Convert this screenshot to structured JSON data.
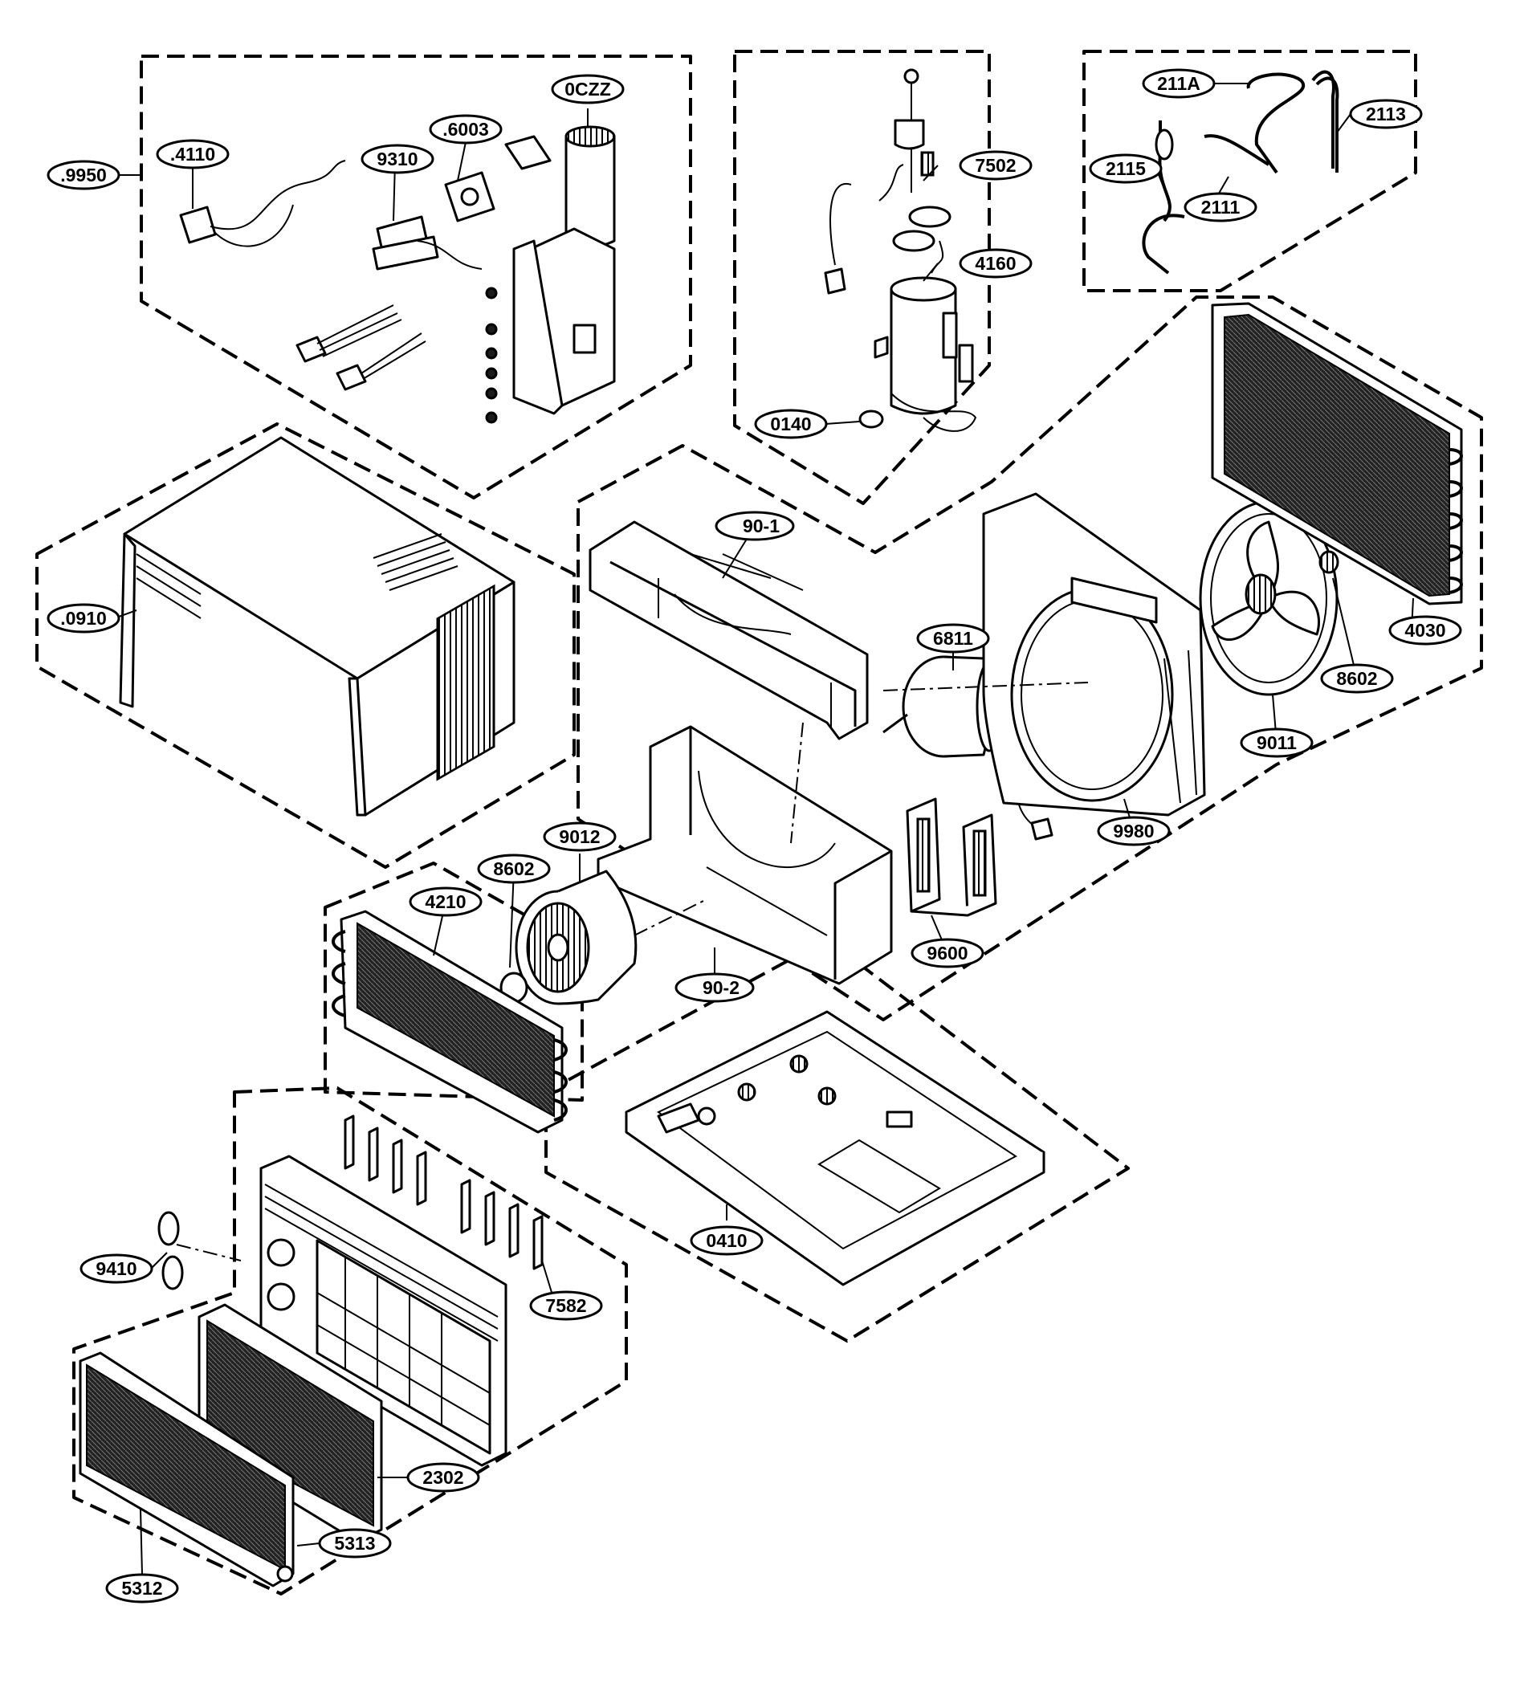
{
  "callouts": [
    {
      "id": "c9950",
      "label": ".9950"
    },
    {
      "id": "c4110",
      "label": ".4110"
    },
    {
      "id": "c9310",
      "label": "9310"
    },
    {
      "id": "c6003",
      "label": ".6003"
    },
    {
      "id": "c0czz",
      "label": "0CZZ"
    },
    {
      "id": "c7502",
      "label": "7502"
    },
    {
      "id": "c4160",
      "label": "4160"
    },
    {
      "id": "c0140",
      "label": "0140"
    },
    {
      "id": "c211a",
      "label": "211A"
    },
    {
      "id": "c2113",
      "label": "2113"
    },
    {
      "id": "c2115",
      "label": "2115"
    },
    {
      "id": "c2111",
      "label": "2111"
    },
    {
      "id": "c0910",
      "label": ".0910"
    },
    {
      "id": "c90-1",
      "label": "90-1"
    },
    {
      "id": "c6811",
      "label": "6811"
    },
    {
      "id": "c4030",
      "label": "4030"
    },
    {
      "id": "c8602a",
      "label": "8602"
    },
    {
      "id": "c9011",
      "label": "9011"
    },
    {
      "id": "c9980",
      "label": "9980"
    },
    {
      "id": "c9012",
      "label": "9012"
    },
    {
      "id": "c8602b",
      "label": "8602"
    },
    {
      "id": "c4210",
      "label": "4210"
    },
    {
      "id": "c9600",
      "label": "9600"
    },
    {
      "id": "c90-2",
      "label": "90-2"
    },
    {
      "id": "c0410",
      "label": "0410"
    },
    {
      "id": "c9410",
      "label": "9410"
    },
    {
      "id": "c7582",
      "label": "7582"
    },
    {
      "id": "c2302",
      "label": "2302"
    },
    {
      "id": "c5313",
      "label": "5313"
    },
    {
      "id": "c5312",
      "label": "5312"
    }
  ]
}
